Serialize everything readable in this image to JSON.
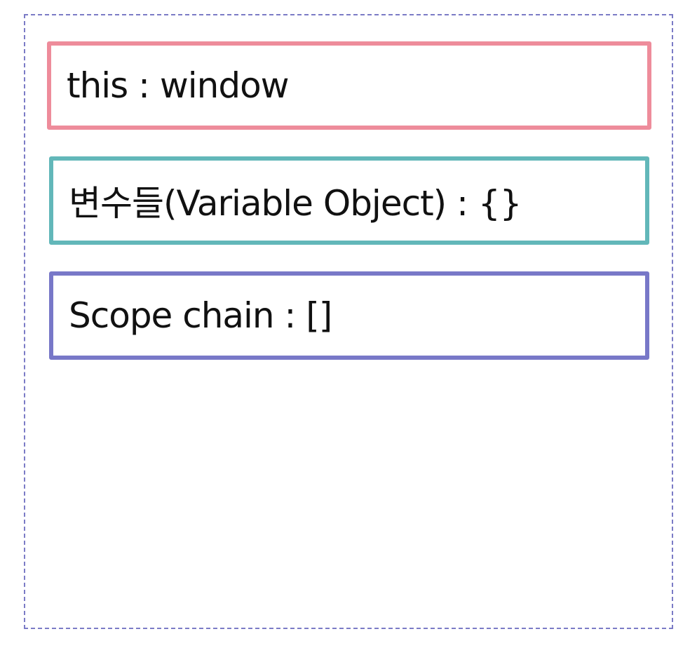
{
  "context": {
    "this_label": "this : window",
    "variable_object_label": "변수들(Variable Object) : {}",
    "scope_chain_label": "Scope chain : []"
  },
  "colors": {
    "frame_border": "#7b7bc6",
    "this_border": "#ee8c9b",
    "variable_object_border": "#62b7b9",
    "scope_chain_border": "#7878c8"
  }
}
